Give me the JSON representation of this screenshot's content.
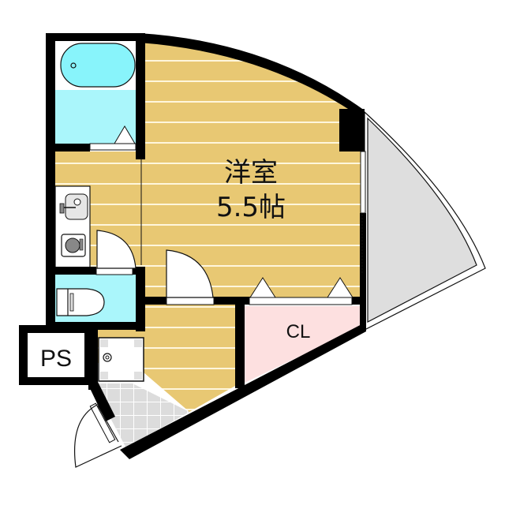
{
  "floorplan": {
    "rooms": {
      "western_room": {
        "name": "洋室",
        "size": "5.5帖"
      },
      "closet": {
        "label": "CL"
      },
      "pipe_space": {
        "label": "PS"
      }
    },
    "fixtures": [
      "bathtub-icon",
      "sink-icon",
      "stove-icon",
      "toilet-icon",
      "washing-machine-icon"
    ],
    "colors": {
      "wall": "#000000",
      "floor_wood": "#e8c873",
      "floor_stripe": "#fff6dc",
      "wet_area": "#aaf6fb",
      "closet": "#fde0e0",
      "balcony": "#dedede",
      "entrance_tile": "#dcdcdc"
    }
  }
}
